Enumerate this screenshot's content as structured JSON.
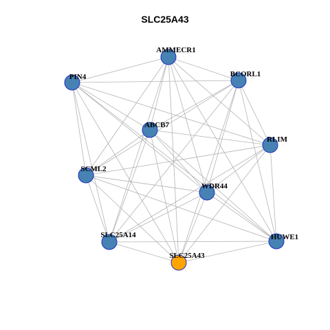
{
  "title": "SLC25A43",
  "colors": {
    "node_fill": "#4682b4",
    "node_stroke": "#1f2fbf",
    "focus_fill": "#ffa500",
    "edge": "#b3b3b3"
  },
  "nodes": [
    {
      "id": "AMMECR1",
      "label": "AMMECR1",
      "focus": false
    },
    {
      "id": "PIN4",
      "label": "PIN4",
      "focus": false
    },
    {
      "id": "BCORL1",
      "label": "BCORL1",
      "focus": false
    },
    {
      "id": "ABCB7",
      "label": "ABCB7",
      "focus": false
    },
    {
      "id": "RLIM",
      "label": "RLIM",
      "focus": false
    },
    {
      "id": "SCML2",
      "label": "SCML2",
      "focus": false
    },
    {
      "id": "WDR44",
      "label": "WDR44",
      "focus": false
    },
    {
      "id": "SLC25A14",
      "label": "SLC25A14",
      "focus": false
    },
    {
      "id": "HUWE1",
      "label": "HUWE1",
      "focus": false
    },
    {
      "id": "SLC25A43",
      "label": "SLC25A43",
      "focus": true
    }
  ],
  "edges": [
    [
      "AMMECR1",
      "PIN4"
    ],
    [
      "AMMECR1",
      "BCORL1"
    ],
    [
      "AMMECR1",
      "ABCB7"
    ],
    [
      "AMMECR1",
      "RLIM"
    ],
    [
      "AMMECR1",
      "SCML2"
    ],
    [
      "AMMECR1",
      "WDR44"
    ],
    [
      "AMMECR1",
      "SLC25A14"
    ],
    [
      "AMMECR1",
      "HUWE1"
    ],
    [
      "AMMECR1",
      "SLC25A43"
    ],
    [
      "PIN4",
      "BCORL1"
    ],
    [
      "PIN4",
      "ABCB7"
    ],
    [
      "PIN4",
      "RLIM"
    ],
    [
      "PIN4",
      "SCML2"
    ],
    [
      "PIN4",
      "WDR44"
    ],
    [
      "PIN4",
      "SLC25A14"
    ],
    [
      "PIN4",
      "HUWE1"
    ],
    [
      "PIN4",
      "SLC25A43"
    ],
    [
      "BCORL1",
      "ABCB7"
    ],
    [
      "BCORL1",
      "RLIM"
    ],
    [
      "BCORL1",
      "SCML2"
    ],
    [
      "BCORL1",
      "WDR44"
    ],
    [
      "BCORL1",
      "SLC25A14"
    ],
    [
      "BCORL1",
      "HUWE1"
    ],
    [
      "BCORL1",
      "SLC25A43"
    ],
    [
      "ABCB7",
      "RLIM"
    ],
    [
      "ABCB7",
      "SCML2"
    ],
    [
      "ABCB7",
      "WDR44"
    ],
    [
      "ABCB7",
      "SLC25A14"
    ],
    [
      "ABCB7",
      "HUWE1"
    ],
    [
      "ABCB7",
      "SLC25A43"
    ],
    [
      "RLIM",
      "SCML2"
    ],
    [
      "RLIM",
      "WDR44"
    ],
    [
      "RLIM",
      "SLC25A14"
    ],
    [
      "RLIM",
      "HUWE1"
    ],
    [
      "RLIM",
      "SLC25A43"
    ],
    [
      "SCML2",
      "WDR44"
    ],
    [
      "SCML2",
      "SLC25A14"
    ],
    [
      "SCML2",
      "HUWE1"
    ],
    [
      "SCML2",
      "SLC25A43"
    ],
    [
      "WDR44",
      "SLC25A14"
    ],
    [
      "WDR44",
      "HUWE1"
    ],
    [
      "WDR44",
      "SLC25A43"
    ],
    [
      "SLC25A14",
      "HUWE1"
    ],
    [
      "SLC25A14",
      "SLC25A43"
    ],
    [
      "HUWE1",
      "SLC25A43"
    ]
  ]
}
